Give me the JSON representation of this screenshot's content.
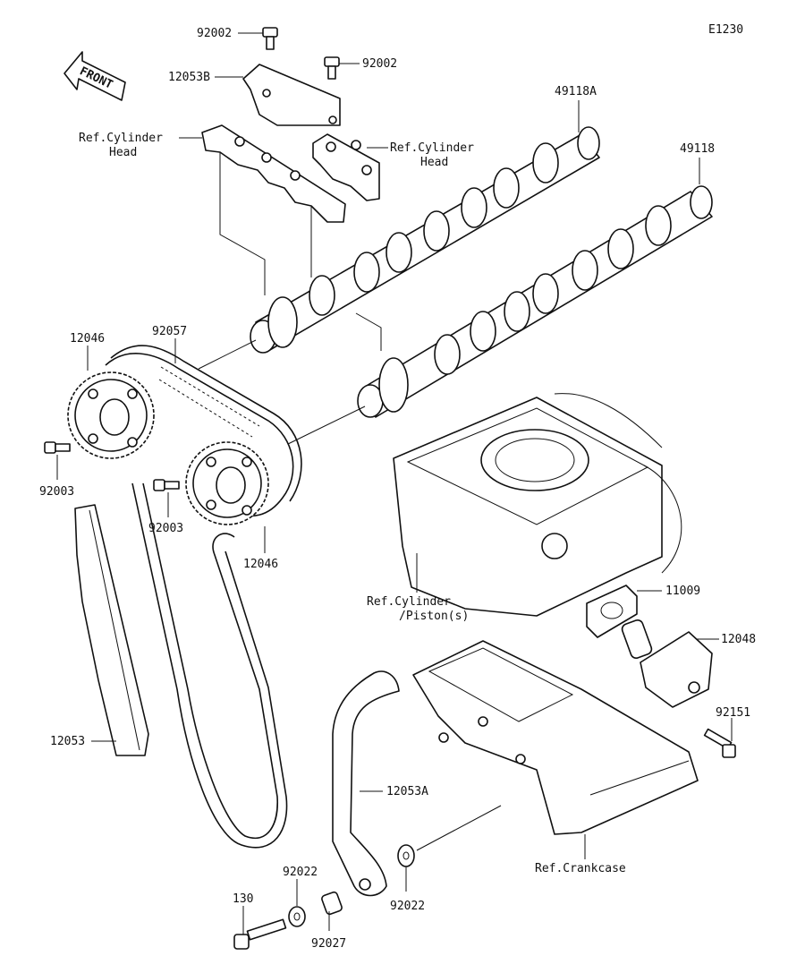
{
  "diagram": {
    "code": "E1230",
    "front_arrow_text": "FRONT",
    "labels": {
      "bolt_92002_a": "92002",
      "bolt_92002_b": "92002",
      "guide_12053B": "12053B",
      "ref_cyl_head_left_1": "Ref.Cylinder",
      "ref_cyl_head_left_2": "Head",
      "ref_cyl_head_right_1": "Ref.Cylinder",
      "ref_cyl_head_right_2": "Head",
      "camshaft_49118A": "49118A",
      "camshaft_49118": "49118",
      "sprocket_12046_a": "12046",
      "chain_92057": "92057",
      "bolt_92003_a": "92003",
      "bolt_92003_b": "92003",
      "sprocket_12046_b": "12046",
      "ref_cyl_piston_1": "Ref.Cylinder",
      "ref_cyl_piston_2": "/Piston(s)",
      "gasket_11009": "11009",
      "tensioner_12048": "12048",
      "bolt_92151": "92151",
      "guide_12053": "12053",
      "guide_12053A": "12053A",
      "ref_crankcase": "Ref.Crankcase",
      "washer_92022_a": "92022",
      "washer_92022_b": "92022",
      "bolt_130": "130",
      "collar_92027": "92027"
    }
  }
}
